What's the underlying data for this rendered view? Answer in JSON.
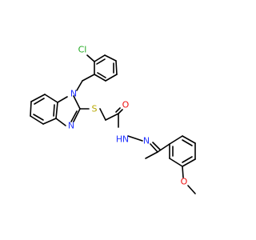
{
  "molecule": {
    "atoms": {
      "cl": {
        "symbol": "Cl",
        "color": "#22aa22"
      },
      "n1": {
        "symbol": "N",
        "color": "#2233ff"
      },
      "n3": {
        "symbol": "N",
        "color": "#2233ff"
      },
      "s": {
        "symbol": "S",
        "color": "#b8a800"
      },
      "o_carbonyl": {
        "symbol": "O",
        "color": "#ee1111"
      },
      "nh": {
        "symbol": "N",
        "h_symbol": "H",
        "color": "#2233ff"
      },
      "n_imine": {
        "symbol": "N",
        "color": "#2233ff"
      },
      "o_methoxy": {
        "symbol": "O",
        "color": "#ee1111"
      }
    },
    "bond_color": "#000000",
    "background": "#ffffff"
  }
}
